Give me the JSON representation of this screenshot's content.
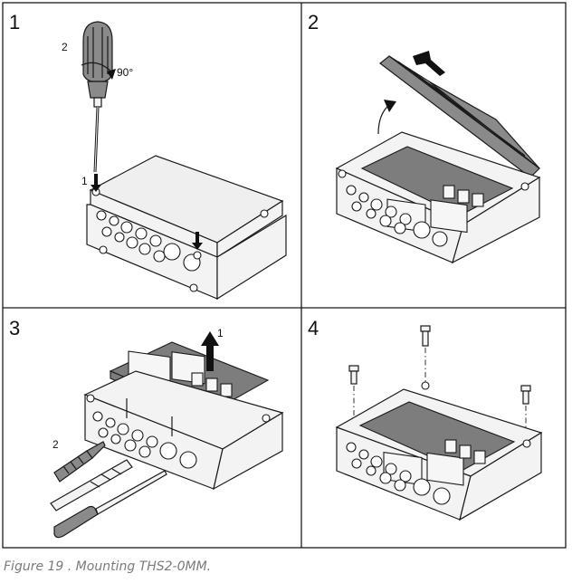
{
  "panels": [
    {
      "number": "1",
      "callouts": [
        "2",
        "90°",
        "1"
      ]
    },
    {
      "number": "2",
      "callouts": []
    },
    {
      "number": "3",
      "callouts": [
        "1",
        "2"
      ]
    },
    {
      "number": "4",
      "callouts": []
    }
  ],
  "caption": "Figure 19 . Mounting THS2-0MM."
}
